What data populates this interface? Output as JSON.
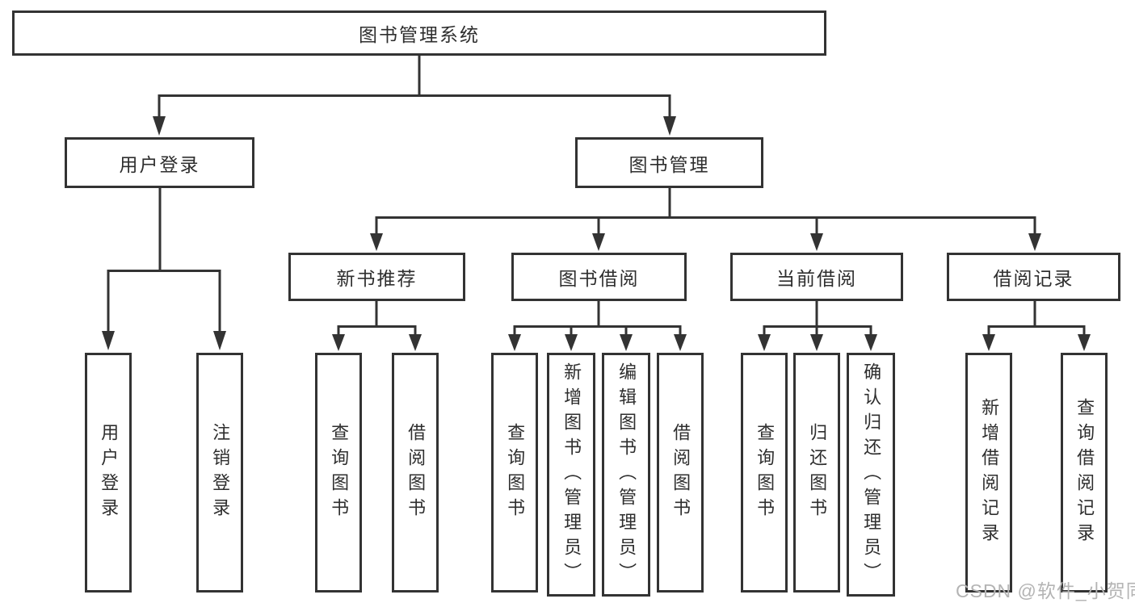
{
  "diagram": {
    "title": "图书管理系统"
  },
  "nodes": {
    "root": "图书管理系统",
    "l2_user_login": "用户登录",
    "l2_book_mgmt": "图书管理",
    "l3_new_book": "新书推荐",
    "l3_book_borrow": "图书借阅",
    "l3_current_borrow": "当前借阅",
    "l3_borrow_records": "借阅记录",
    "l4_user_login": "用户登录",
    "l4_logout": "注销登录",
    "l4_nb_query": "查询图书",
    "l4_nb_borrow": "借阅图书",
    "l4_bb_query": "查询图书",
    "l4_bb_add_admin": "新增图书（管理员）",
    "l4_bb_edit_admin": "编辑图书（管理员）",
    "l4_bb_borrow": "借阅图书",
    "l4_cb_query": "查询图书",
    "l4_cb_return": "归还图书",
    "l4_cb_confirm_admin": "确认归还（管理员）",
    "l4_rec_add": "新增借阅记录",
    "l4_rec_query": "查询借阅记录"
  },
  "watermark": "CSDN @软件_小贺同学",
  "colors": {
    "line": "#333333",
    "box_border": "#333333",
    "box_fill": "#ffffff",
    "text": "#2e2e2e",
    "watermark": "#b4b4b4"
  }
}
